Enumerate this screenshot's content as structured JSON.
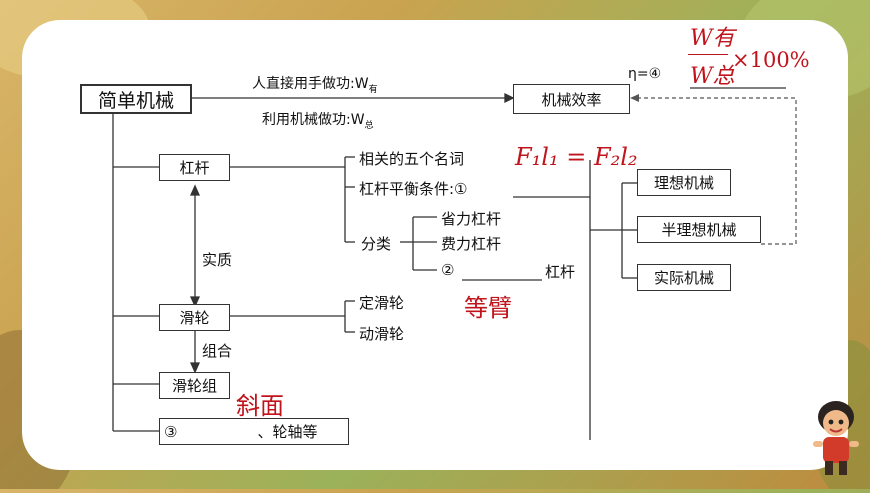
{
  "boxes": {
    "root": "简单机械",
    "efficiency": "机械效率",
    "lever": "杠杆",
    "pulley": "滑轮",
    "pulley_group": "滑轮组",
    "blank3_prefix": "③",
    "blank3_suffix": "、轮轴等",
    "ideal": "理想机械",
    "semi_ideal": "半理想机械",
    "real": "实际机械"
  },
  "labels": {
    "direct_work": "人直接用手做功:W",
    "direct_sub": "有",
    "machine_work": "利用机械做功:W",
    "machine_sub": "总",
    "eta": "η=④",
    "lever_terms": "相关的五个名词",
    "balance_condition": "杠杆平衡条件:①",
    "classification": "分类",
    "labor_saving": "省力杠杆",
    "labor_costing": "费力杠杆",
    "blank2": "②",
    "blank2_suffix": "杠杆",
    "essence": "实质",
    "combine": "组合",
    "fixed_pulley": "定滑轮",
    "movable_pulley": "动滑轮"
  },
  "handwritten": {
    "eta_numerator": "W有",
    "eta_denominator": "W总",
    "percent": "×100%",
    "formula": "F₁l₁ = F₂l₂",
    "equal_arm": "等臂",
    "incline": "斜面"
  },
  "colors": {
    "annotation": "#c0141c",
    "line": "#333333"
  }
}
